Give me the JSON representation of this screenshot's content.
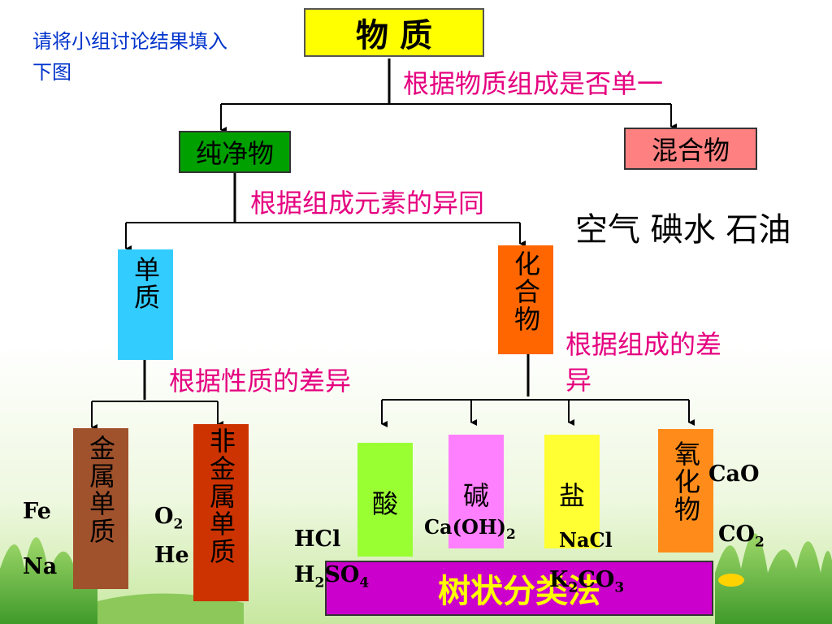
{
  "instruction": "请将小组讨论结果填入下图",
  "root": "物 质",
  "criteria": {
    "composition_single": "根据物质组成是否单一",
    "element_same_diff": "根据组成元素的异同",
    "property_diff": "根据性质的差异",
    "composition_diff": "根据组成的差异"
  },
  "nodes": {
    "pure": "纯净物",
    "mixture": "混合物",
    "element_substance": "单质",
    "compound": "化合物",
    "metal": "金属单质",
    "nonmetal": "非金属单质",
    "acid": "酸",
    "base": "碱",
    "salt": "盐",
    "oxide": "氧化物"
  },
  "mixture_examples": "空气 碘水 石油",
  "examples": {
    "metal": [
      "Fe",
      "Na"
    ],
    "nonmetal": [
      "O2",
      "He"
    ],
    "acid": [
      "HCl",
      "H2SO4"
    ],
    "base": [
      "Ca(OH)2"
    ],
    "salt": [
      "NaCl",
      "K2CO3"
    ],
    "oxide": [
      "CaO",
      "CO2"
    ]
  },
  "method_label": "树状分类法",
  "colors": {
    "root": "#ffff00",
    "pure": "#00a000",
    "mixture": "#ff8080",
    "element_substance": "#33ccff",
    "compound": "#ff6600",
    "metal": "#a0522d",
    "nonmetal": "#cc3300",
    "acid": "#99ff33",
    "base": "#ff80ff",
    "salt": "#ffff33",
    "oxide": "#ff8c1a",
    "method": "#cc00cc",
    "criteria": "#e5007f",
    "instruction": "#0033cc"
  }
}
